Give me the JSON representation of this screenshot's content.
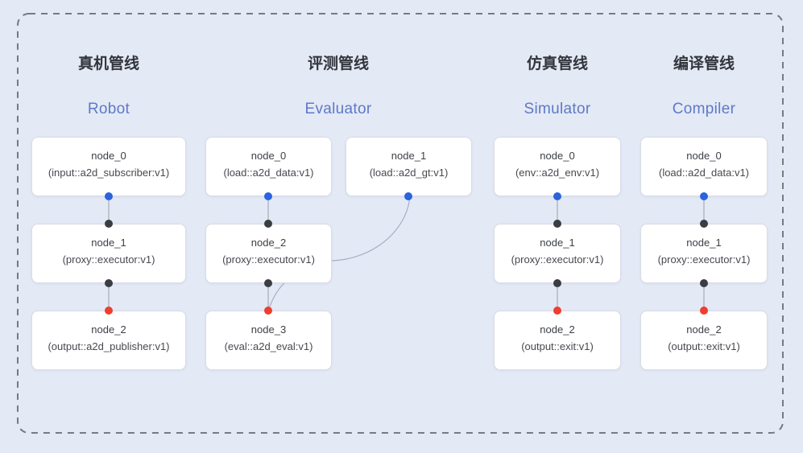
{
  "diagram": {
    "pipelines": [
      {
        "id": "robot",
        "title_zh": "真机管线",
        "title_en": "Robot",
        "nodes": [
          {
            "title": "node_0",
            "subtitle": "(input::a2d_subscriber:v1)"
          },
          {
            "title": "node_1",
            "subtitle": "(proxy::executor:v1)"
          },
          {
            "title": "node_2",
            "subtitle": "(output::a2d_publisher:v1)"
          }
        ]
      },
      {
        "id": "evaluator",
        "title_zh": "评测管线",
        "title_en": "Evaluator",
        "nodes": [
          {
            "title": "node_0",
            "subtitle": "(load::a2d_data:v1)"
          },
          {
            "title": "node_1",
            "subtitle": "(load::a2d_gt:v1)"
          },
          {
            "title": "node_2",
            "subtitle": "(proxy::executor:v1)"
          },
          {
            "title": "node_3",
            "subtitle": "(eval::a2d_eval:v1)"
          }
        ]
      },
      {
        "id": "simulator",
        "title_zh": "仿真管线",
        "title_en": "Simulator",
        "nodes": [
          {
            "title": "node_0",
            "subtitle": "(env::a2d_env:v1)"
          },
          {
            "title": "node_1",
            "subtitle": "(proxy::executor:v1)"
          },
          {
            "title": "node_2",
            "subtitle": "(output::exit:v1)"
          }
        ]
      },
      {
        "id": "compiler",
        "title_zh": "编译管线",
        "title_en": "Compiler",
        "nodes": [
          {
            "title": "node_0",
            "subtitle": "(load::a2d_data:v1)"
          },
          {
            "title": "node_1",
            "subtitle": "(proxy::executor:v1)"
          },
          {
            "title": "node_2",
            "subtitle": "(output::exit:v1)"
          }
        ]
      }
    ],
    "colors": {
      "background": "#e4e9f6",
      "dashed_border": "#757a83",
      "title_zh": "#32353b",
      "title_en": "#5d7ac7",
      "node_background": "#ffffff",
      "node_border": "#d8dce4",
      "port_input_blue": "#2b63de",
      "port_mid_dark": "#3a3d42",
      "port_output_red": "#ee3e2d",
      "wire": "#9aa0ab",
      "curve_wire": "#a8b0c2"
    }
  }
}
